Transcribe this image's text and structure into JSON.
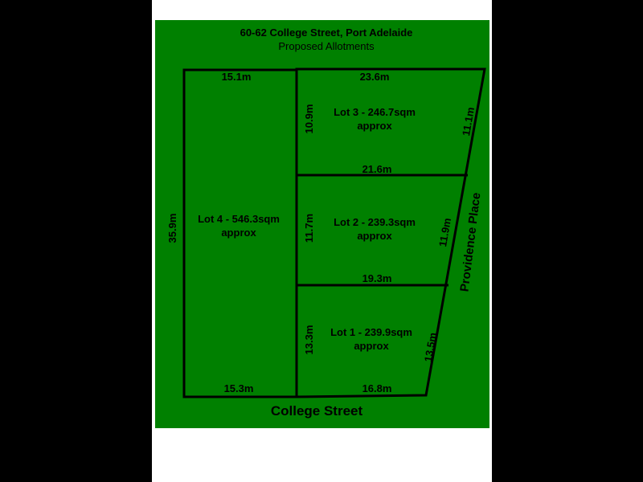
{
  "colors": {
    "background": "#000000",
    "paper": "#ffffff",
    "site": "#008000",
    "lines": "#000000"
  },
  "title": {
    "line1": "60-62 College Street, Port Adelaide",
    "line2": "Proposed Allotments"
  },
  "lots": [
    {
      "name_line1": "Lot 4 - 546.3sqm",
      "name_line2": "approx"
    },
    {
      "name_line1": "Lot 3 - 246.7sqm",
      "name_line2": "approx"
    },
    {
      "name_line1": "Lot 2 - 239.3sqm",
      "name_line2": "approx"
    },
    {
      "name_line1": "Lot 1 - 239.9sqm",
      "name_line2": "approx"
    }
  ],
  "dimensions": {
    "lot4_top": "15.1m",
    "lot4_bottom": "15.3m",
    "lot4_left": "35.9m",
    "lot3_top": "23.6m",
    "lot3_left": "10.9m",
    "lot3_right": "11.1m",
    "lot2_top": "21.6m",
    "lot2_left": "11.7m",
    "lot2_right": "11.9m",
    "lot1_top": "19.3m",
    "lot1_left": "13.3m",
    "lot1_right": "13.5m",
    "lot1_bottom": "16.8m"
  },
  "streets": {
    "bottom": "College Street",
    "right": "Providence Place"
  }
}
